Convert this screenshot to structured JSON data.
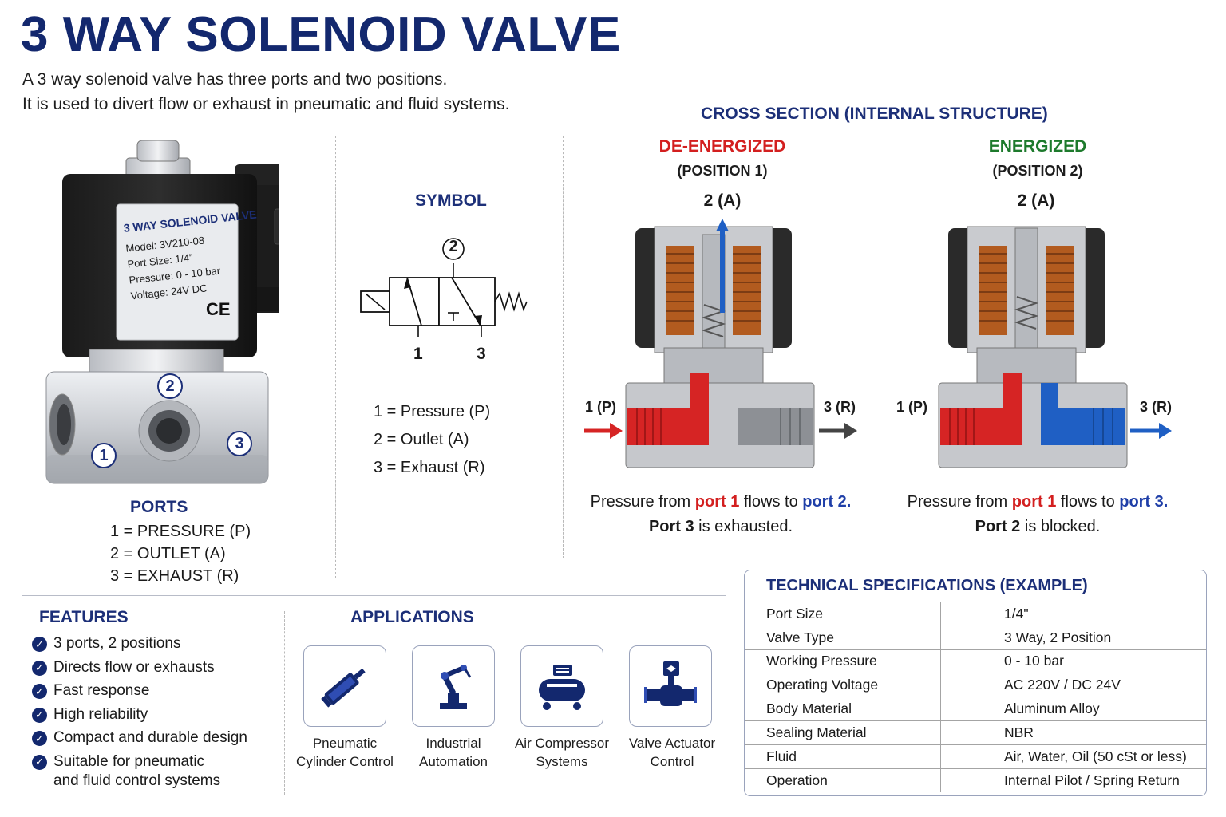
{
  "title": "3 WAY SOLENOID VALVE",
  "intro": [
    "A 3 way solenoid valve has three ports and two positions.",
    "It is used to divert flow or exhaust in pneumatic and fluid systems."
  ],
  "product_label": {
    "heading": "3 WAY SOLENOID VALVE",
    "model": "Model: 3V210-08",
    "port_size": "Port Size: 1/4\"",
    "pressure": "Pressure: 0 - 10 bar",
    "voltage": "Voltage: 24V DC",
    "mark": "CE"
  },
  "port_markers": [
    "1",
    "2",
    "3"
  ],
  "ports": {
    "heading": "PORTS",
    "items": [
      "1 = PRESSURE (P)",
      "2 = OUTLET (A)",
      "3 = EXHAUST (R)"
    ]
  },
  "symbol": {
    "heading": "SYMBOL",
    "port_top": "2",
    "port_left": "1",
    "port_right": "3",
    "legend": [
      "1 = Pressure (P)",
      "2 = Outlet (A)",
      "3 = Exhaust (R)"
    ]
  },
  "cross_section": {
    "heading": "CROSS SECTION (INTERNAL STRUCTURE)",
    "states": [
      {
        "title": "DE-ENERGIZED",
        "subtitle": "(POSITION 1)",
        "top_port": "2 (A)",
        "left_port": "1 (P)",
        "right_port": "3 (R)",
        "caption_1a": "Pressure from ",
        "caption_1b": "port 1",
        "caption_1c": " flows to ",
        "caption_1d": "port 2.",
        "caption_2a": "Port 3",
        "caption_2b": " is exhausted."
      },
      {
        "title": "ENERGIZED",
        "subtitle": "(POSITION 2)",
        "top_port": "2 (A)",
        "left_port": "1 (P)",
        "right_port": "3 (R)",
        "caption_1a": "Pressure from ",
        "caption_1b": "port 1",
        "caption_1c": " flows to ",
        "caption_1d": "port 3.",
        "caption_2a": "Port 2",
        "caption_2b": " is blocked."
      }
    ]
  },
  "features": {
    "heading": "FEATURES",
    "items": [
      "3 ports, 2 positions",
      "Directs flow or exhausts",
      "Fast response",
      "High reliability",
      "Compact and durable design",
      "Suitable for pneumatic"
    ],
    "item_continuation": "and fluid control systems"
  },
  "applications": {
    "heading": "APPLICATIONS",
    "items": [
      {
        "icon": "pneumatic-cylinder-icon",
        "line1": "Pneumatic",
        "line2": "Cylinder Control"
      },
      {
        "icon": "robot-arm-icon",
        "line1": "Industrial",
        "line2": "Automation"
      },
      {
        "icon": "air-compressor-icon",
        "line1": "Air Compressor",
        "line2": "Systems"
      },
      {
        "icon": "valve-actuator-icon",
        "line1": "Valve Actuator",
        "line2": "Control"
      }
    ]
  },
  "specs": {
    "heading": "TECHNICAL SPECIFICATIONS (EXAMPLE)",
    "rows": [
      {
        "key": "Port Size",
        "value": "1/4\""
      },
      {
        "key": "Valve Type",
        "value": "3 Way, 2 Position"
      },
      {
        "key": "Working Pressure",
        "value": "0 - 10 bar"
      },
      {
        "key": "Operating Voltage",
        "value": "AC 220V / DC 24V"
      },
      {
        "key": "Body Material",
        "value": "Aluminum Alloy"
      },
      {
        "key": "Sealing Material",
        "value": "NBR"
      },
      {
        "key": "Fluid",
        "value": "Air, Water, Oil (50 cSt or less)"
      },
      {
        "key": "Operation",
        "value": "Internal Pilot / Spring Return"
      }
    ]
  },
  "colors": {
    "title_navy": "#13286e",
    "heading_navy": "#1c2f78",
    "pressure_red": "#d31f1f",
    "energized_green": "#1d7a2c",
    "exhaust_blue": "#1f5fc4"
  }
}
